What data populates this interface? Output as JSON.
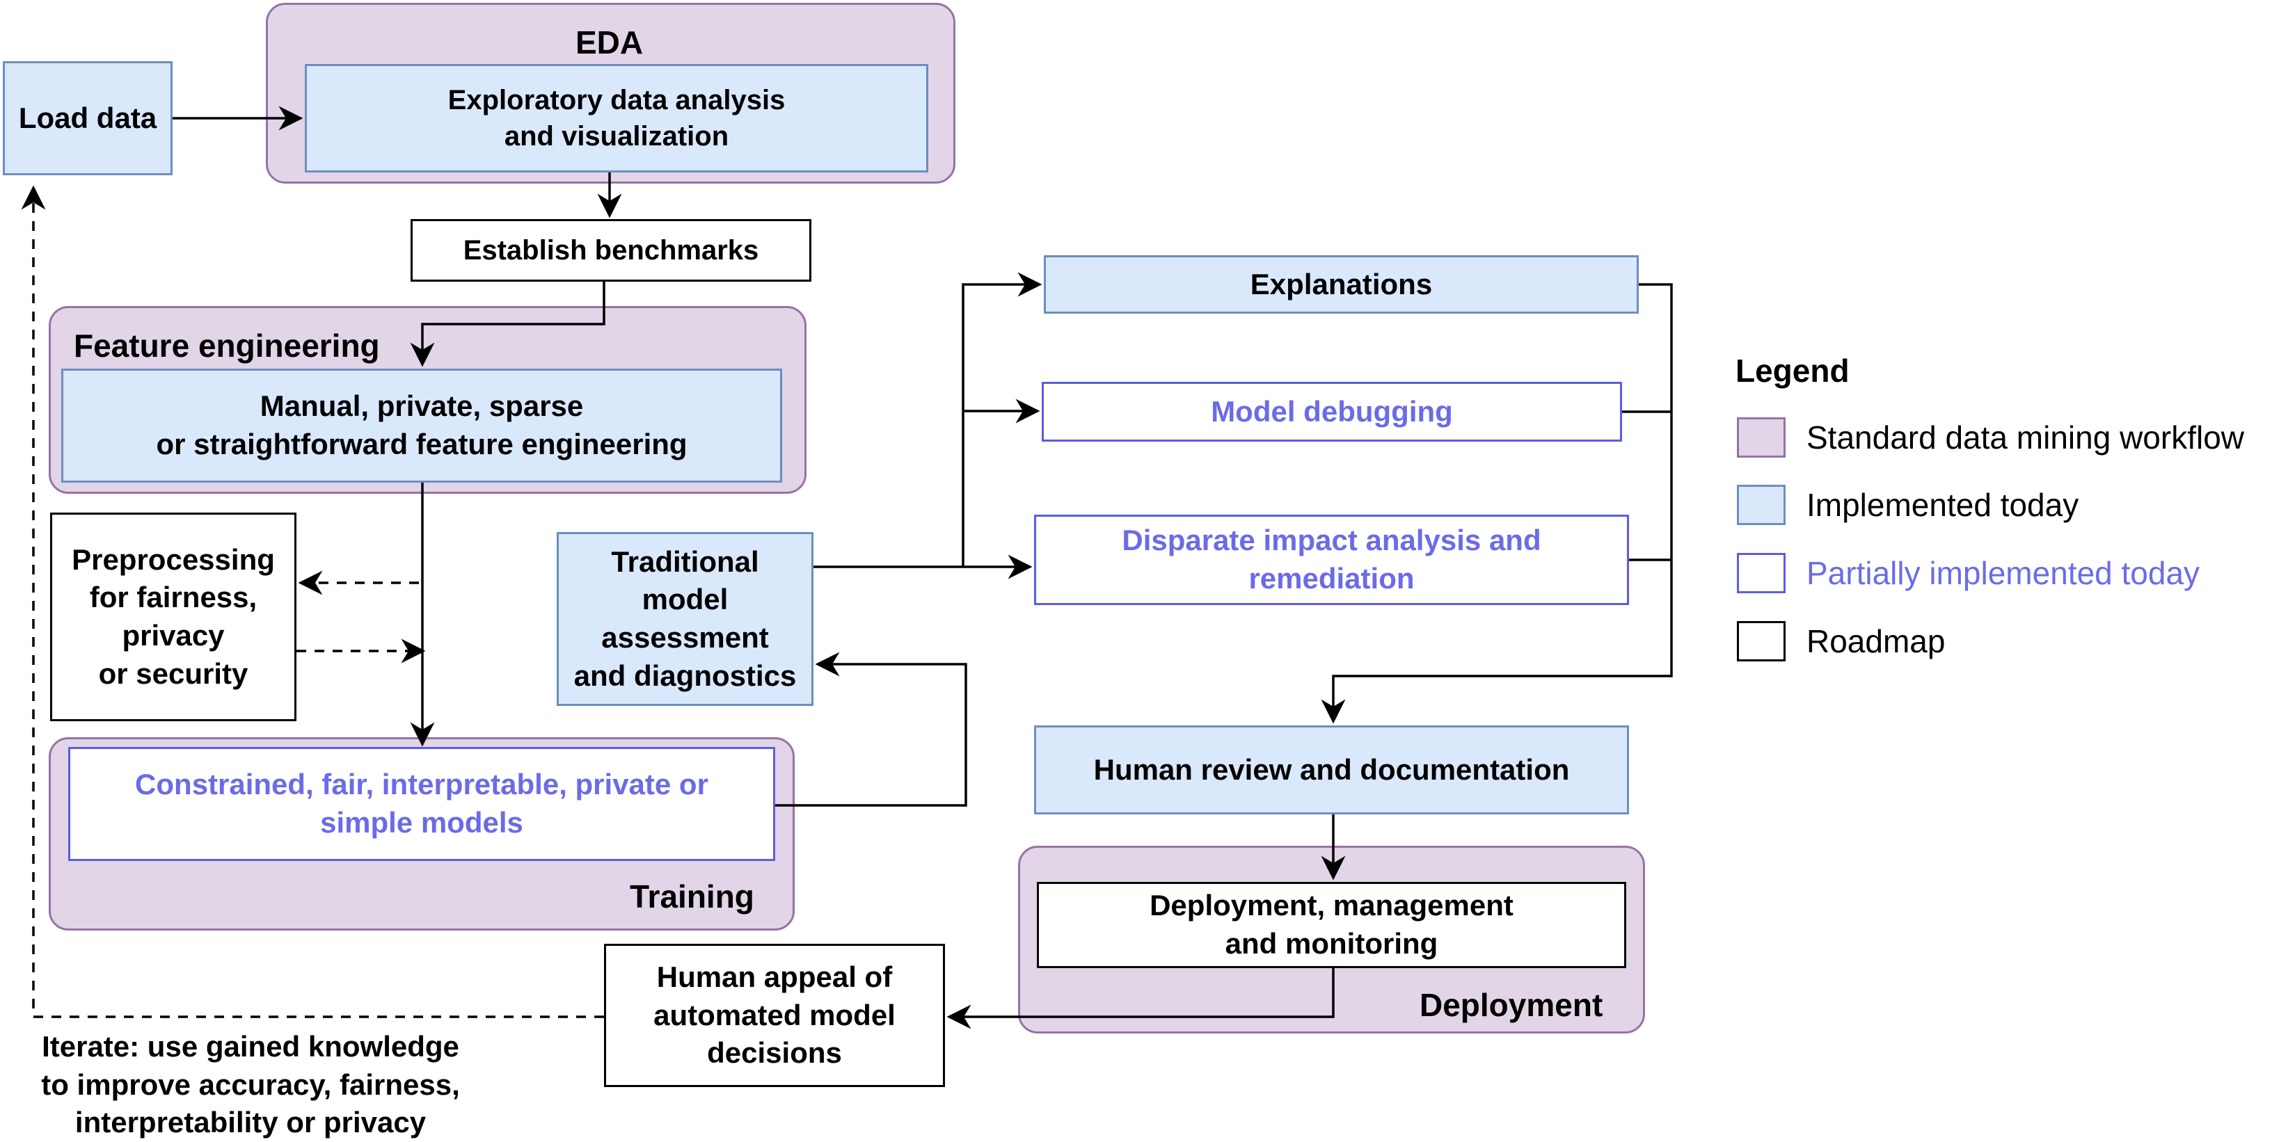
{
  "groups": {
    "eda": "EDA",
    "feature_engineering": "Feature engineering",
    "training": "Training",
    "deployment": "Deployment"
  },
  "nodes": {
    "load_data": "Load data",
    "exploratory": "Exploratory data analysis\nand visualization",
    "benchmarks": "Establish benchmarks",
    "manual_features": "Manual, private, sparse\nor straightforward feature engineering",
    "preprocessing": "Preprocessing\nfor fairness,\nprivacy\nor security",
    "constrained_models": "Constrained, fair, interpretable, private or\nsimple models",
    "traditional_assessment": "Traditional\nmodel\nassessment\nand diagnostics",
    "explanations": "Explanations",
    "model_debugging": "Model debugging",
    "disparate_impact": "Disparate impact analysis and\nremediation",
    "human_review": "Human review and documentation",
    "deployment_mgmt": "Deployment, management\nand monitoring",
    "human_appeal": "Human appeal of\nautomated model\ndecisions"
  },
  "iterate_note": "Iterate: use gained knowledge\nto improve accuracy, fairness,\ninterpretability or privacy",
  "legend": {
    "title": "Legend",
    "items": [
      {
        "label": "Standard data mining workflow",
        "kind": "standard",
        "fill": "#e1d5e7",
        "stroke": "#9673a6"
      },
      {
        "label": "Implemented today",
        "kind": "implemented",
        "fill": "#dae8fc",
        "stroke": "#6c8ebf"
      },
      {
        "label": "Partially implemented today",
        "kind": "partial",
        "fill": "#ffffff",
        "stroke": "#5b5ce8",
        "text_color": "#6b6be8"
      },
      {
        "label": "Roadmap",
        "kind": "roadmap",
        "fill": "#ffffff",
        "stroke": "#000000"
      }
    ]
  },
  "colors": {
    "standard_fill": "#e1d5e7",
    "standard_stroke": "#9673a6",
    "implemented_fill": "#dae8fc",
    "implemented_stroke": "#6c8ebf",
    "partial_stroke": "#5b5ce8",
    "partial_text": "#6b6be8",
    "roadmap_stroke": "#000000"
  }
}
